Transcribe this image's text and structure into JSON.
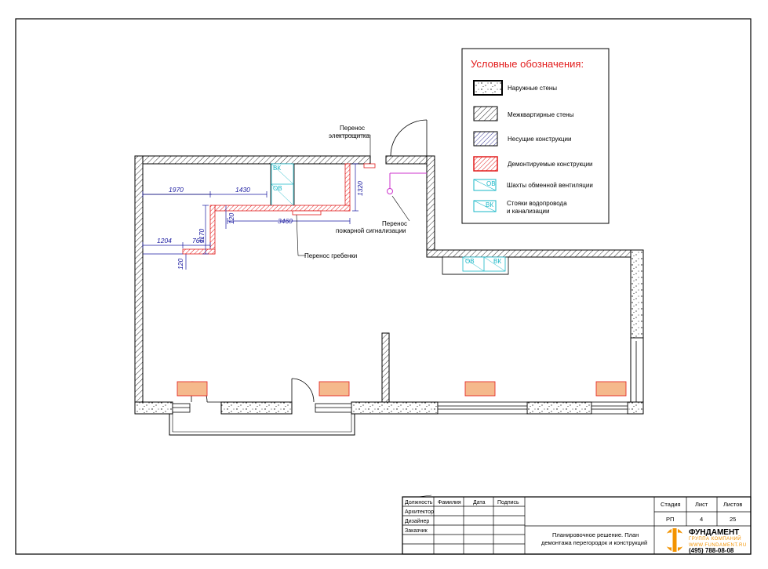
{
  "legend": {
    "title": "Условные обозначения:",
    "items": [
      {
        "label": "Наружные стены"
      },
      {
        "label": "Межквартирные стены"
      },
      {
        "label": "Несущие конструкции"
      },
      {
        "label": "Демонтируемые конструкции"
      },
      {
        "label": "Шахты обменной вентиляции",
        "tag": "ОВ"
      },
      {
        "label_line1": "Стояки водопровода",
        "label_line2": "и канализации",
        "tag": "ВК"
      }
    ]
  },
  "annotations": {
    "electric_l1": "Перенос",
    "electric_l2": "электрощитка",
    "fire_l1": "Перенос",
    "fire_l2": "пожарной сигнализации",
    "comb": "Перенос гребенки"
  },
  "dimensions": {
    "d1970": "1970",
    "d1430": "1430",
    "d1320": "1320",
    "d3460": "3460",
    "d120a": "120",
    "d1170": "1170",
    "d1204": "1204",
    "d766": "766",
    "d120b": "120"
  },
  "shafts": {
    "vk": "ВК",
    "ov": "ОВ"
  },
  "title_block": {
    "headers": [
      "Должность",
      "Фамилия",
      "Дата",
      "Подпись"
    ],
    "roles": [
      "Архитектор",
      "Дизайнер",
      "Заказчик"
    ],
    "stage_label": "Стадия",
    "sheet_label": "Лист",
    "sheets_label": "Листов",
    "stage": "РП",
    "sheet": "4",
    "sheets": "25",
    "description_l1": "Планировочное решение. План",
    "description_l2": "демонтажа перегородок и конструкций",
    "company": "ФУНДАМЕНТ",
    "company_sub": "ГРУППА КОМПАНИЙ",
    "website": "WWW.FUNDAMENT.RU",
    "phone": "(495) 788-08-08"
  },
  "colors": {
    "demolish": "#e21b1b",
    "dimension": "#1a1aa0",
    "shaft": "#17b7c7",
    "radiator": "#f5b98c",
    "logo_accent": "#f39300"
  }
}
